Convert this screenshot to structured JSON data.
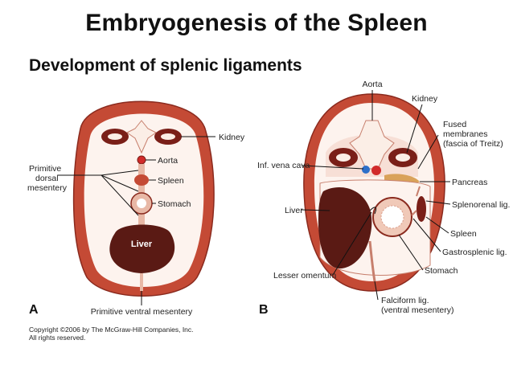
{
  "slide": {
    "title": "Embryogenesis of the Spleen",
    "subtitle": "Development of splenic ligaments"
  },
  "diagram_a": {
    "panel_letter": "A",
    "labels": {
      "kidney": "Kidney",
      "aorta": "Aorta",
      "spleen": "Spleen",
      "stomach": "Stomach",
      "liver": "Liver",
      "primitive_dorsal_mesentery": [
        "Primitive",
        "dorsal",
        "mesentery"
      ],
      "primitive_ventral_mesentery": "Primitive ventral mesentery"
    }
  },
  "diagram_b": {
    "panel_letter": "B",
    "labels": {
      "aorta": "Aorta",
      "kidney": "Kidney",
      "fused_membranes": [
        "Fused",
        "membranes",
        "(fascia of Treitz)"
      ],
      "inf_vena_cava": "Inf. vena cava",
      "pancreas": "Pancreas",
      "splenorenal_lig": "Splenorenal lig.",
      "liver": "Liver",
      "spleen": "Spleen",
      "gastrosplenic_lig": "Gastrosplenic lig.",
      "lesser_omentum": "Lesser omentum",
      "stomach": "Stomach",
      "falciform_lig": [
        "Falciform lig.",
        "(ventral mesentery)"
      ]
    }
  },
  "copyright": {
    "line1": "Copyright ©2006 by The McGraw-Hill Companies, Inc.",
    "line2": "All rights reserved."
  },
  "colors": {
    "body_wall": "#c44a35",
    "cavity": "#fdf3ee",
    "organ_dark": "#5a1a14",
    "vertebra": "#fbeee6",
    "aorta": "#d12a2a",
    "ivc": "#2d6fc9",
    "pancreas": "#d9a25a"
  }
}
